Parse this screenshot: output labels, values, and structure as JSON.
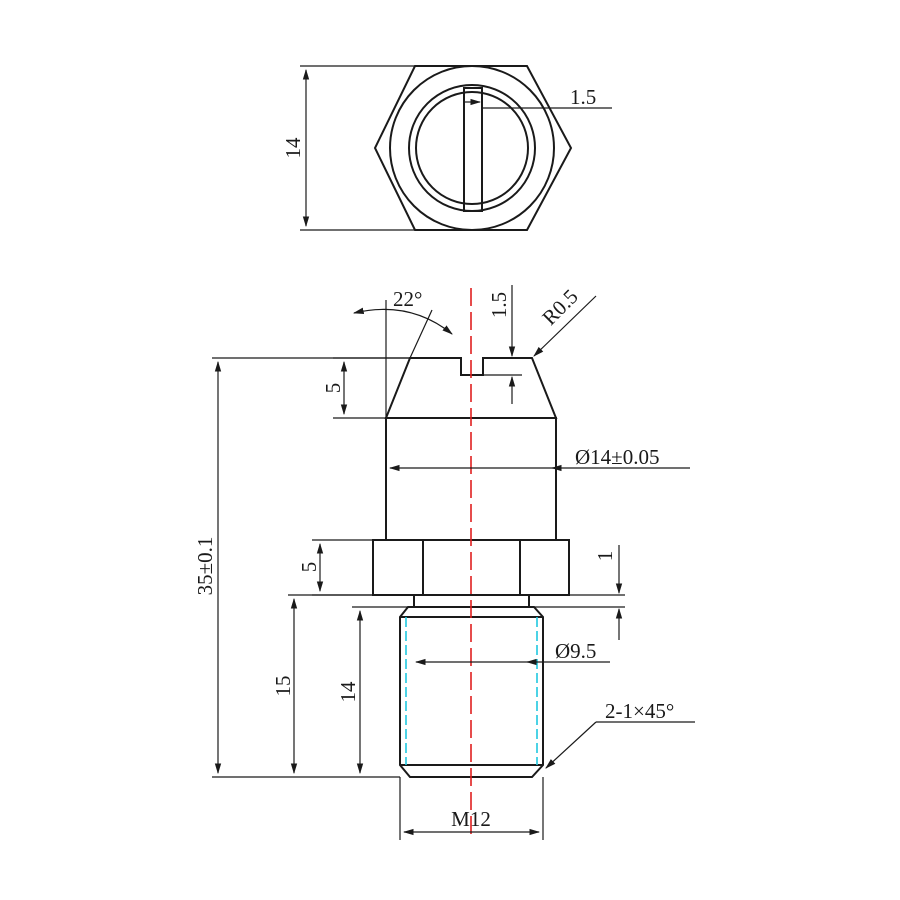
{
  "drawing": {
    "top_view": {
      "height_dim": "14",
      "slot_width_dim": "1.5"
    },
    "side_view": {
      "chamfer_angle": "22°",
      "slot_depth": "1.5",
      "radius": "R0.5",
      "cone_height": "5",
      "body_diameter": "Ø14±0.05",
      "overall_length": "35±0.1",
      "hex_height": "5",
      "groove_width": "1",
      "undercut_diameter": "Ø9.5",
      "thread_length": "15",
      "thread_body_length": "14",
      "chamfer_note": "2-1×45°",
      "thread_spec": "M12"
    }
  }
}
